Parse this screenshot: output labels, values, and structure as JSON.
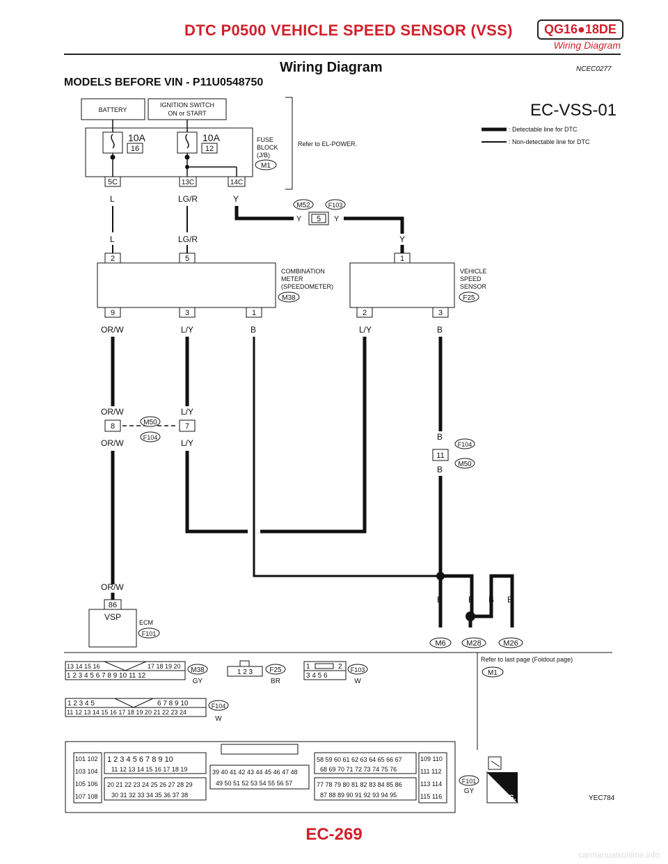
{
  "header": {
    "title": "DTC P0500 VEHICLE SPEED SENSOR (VSS)",
    "model_code": "QG16●18DE",
    "subtitle": "Wiring Diagram"
  },
  "section": {
    "title": "Wiring Diagram",
    "code": "NCEC0277",
    "models": "MODELS BEFORE VIN - P11U0548750"
  },
  "diagram": {
    "id": "EC-VSS-01",
    "legend": {
      "detectable": ": Detectable line for DTC",
      "non_detectable": ": Non-detectable line for DTC"
    },
    "battery": "BATTERY",
    "ignition_1": "IGNITION SWITCH",
    "ignition_2": "ON or START",
    "fuse_a": "10A",
    "fuse_a_num": "16",
    "fuse_b": "10A",
    "fuse_b_num": "12",
    "fuse_block_1": "FUSE",
    "fuse_block_2": "BLOCK",
    "fuse_block_3": "(J/B)",
    "fuse_block_conn": "M1",
    "refer_power": "Refer to EL-POWER.",
    "term_5c": "5C",
    "term_13c": "13C",
    "term_14c": "14C",
    "wire_l": "L",
    "wire_lgr": "LG/R",
    "wire_y": "Y",
    "conn_m52": "M52",
    "conn_f103": "F103",
    "pin_5": "5",
    "meter_1": "COMBINATION",
    "meter_2": "METER",
    "meter_3": "(SPEEDOMETER)",
    "meter_conn": "M38",
    "vss_1": "VEHICLE",
    "vss_2": "SPEED",
    "vss_3": "SENSOR",
    "vss_conn": "F25",
    "p2": "2",
    "p5": "5",
    "p1": "1",
    "p9": "9",
    "p3": "3",
    "p8": "8",
    "p7": "7",
    "p11": "11",
    "p86": "86",
    "wire_orw": "OR/W",
    "wire_ly": "L/Y",
    "wire_b": "B",
    "conn_m50": "M50",
    "conn_f104": "F104",
    "ecm_vsp": "VSP",
    "ecm": "ECM",
    "ecm_conn": "F101",
    "gnd_m6": "M6",
    "gnd_m28": "M28",
    "gnd_m26": "M26",
    "refer_last": "Refer to last page (Foldout page)",
    "refer_conn": "M1",
    "m38_color": "GY",
    "f25_color": "BR",
    "f103_color": "W",
    "f104_color": "W",
    "f101_color": "GY",
    "f25_pins": "1 2 3",
    "hs": "H.S.",
    "code": "YEC784"
  },
  "page": {
    "number": "EC-269",
    "watermark": "carmanualsonline.info"
  }
}
